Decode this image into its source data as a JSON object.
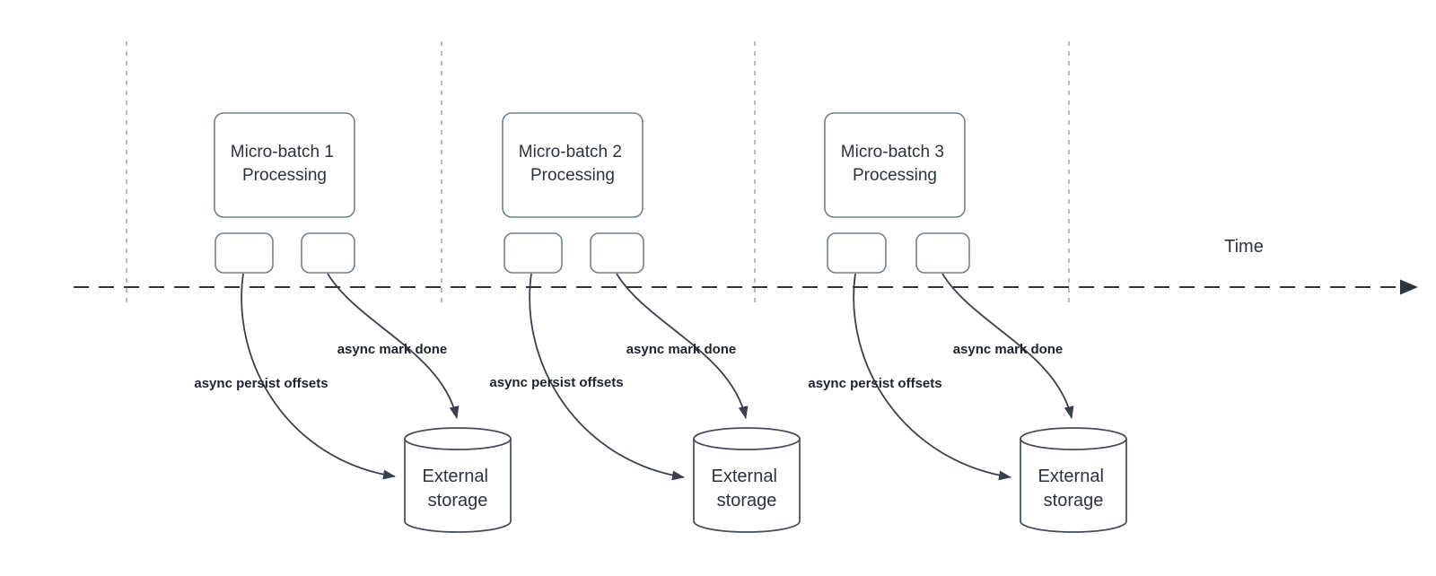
{
  "time_axis_label": "Time",
  "batches": [
    {
      "title_line1": "Micro-batch 1",
      "title_line2": "Processing",
      "persist_label": "async persist offsets",
      "mark_label": "async mark done",
      "storage_line1": "External",
      "storage_line2": "storage"
    },
    {
      "title_line1": "Micro-batch 2",
      "title_line2": "Processing",
      "persist_label": "async persist offsets",
      "mark_label": "async mark done",
      "storage_line1": "External",
      "storage_line2": "storage"
    },
    {
      "title_line1": "Micro-batch 3",
      "title_line2": "Processing",
      "persist_label": "async persist offsets",
      "mark_label": "async mark done",
      "storage_line1": "External",
      "storage_line2": "storage"
    }
  ],
  "colors": {
    "guide": "#b8bcc0",
    "timeline": "#2e343b",
    "shape_border": "#75808a",
    "cyl_stroke": "#454c57",
    "arrow": "#3a414d",
    "text": "#2d333d",
    "label": "#1e242e"
  }
}
